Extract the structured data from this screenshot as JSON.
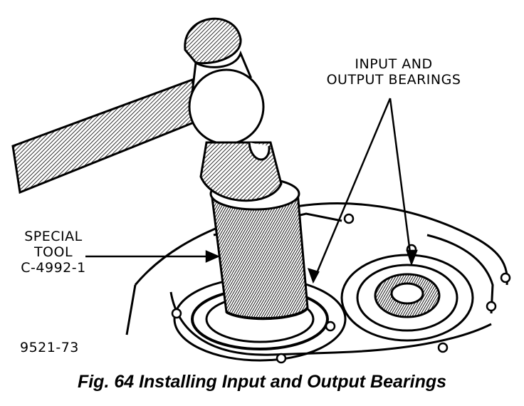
{
  "labels": {
    "bearings_line1": "INPUT AND",
    "bearings_line2": "OUTPUT BEARINGS",
    "tool_line1": "SPECIAL",
    "tool_line2": "TOOL",
    "tool_line3": "C-4992-1",
    "figure_number": "9521-73"
  },
  "caption": "Fig. 64 Installing Input and Output Bearings"
}
